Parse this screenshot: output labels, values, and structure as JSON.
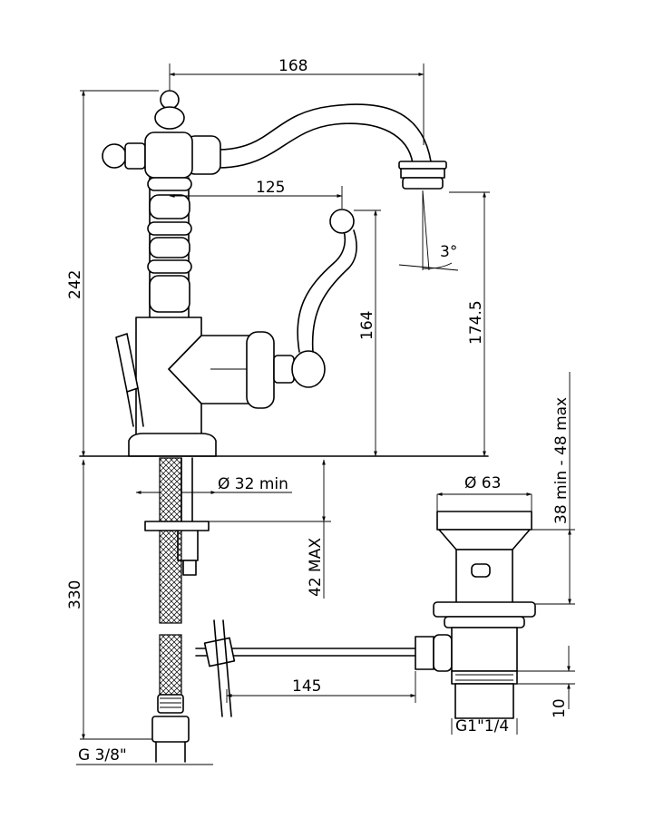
{
  "drawing": {
    "dimensions": {
      "overall_width": "168",
      "handle_reach": "125",
      "overall_height": "242",
      "spout_height": "174.5",
      "lever_height": "164",
      "spray_angle": "3°",
      "hole_diameter": "Ø 32 min",
      "deck_thickness": "42 MAX",
      "hose_length": "330",
      "hose_thread": "G 3/8\"",
      "waste_diameter": "Ø 63",
      "waste_range": "38 min - 48 max",
      "rod_length": "145",
      "waste_thread": "G1\"1/4",
      "thread_length": "10"
    }
  }
}
